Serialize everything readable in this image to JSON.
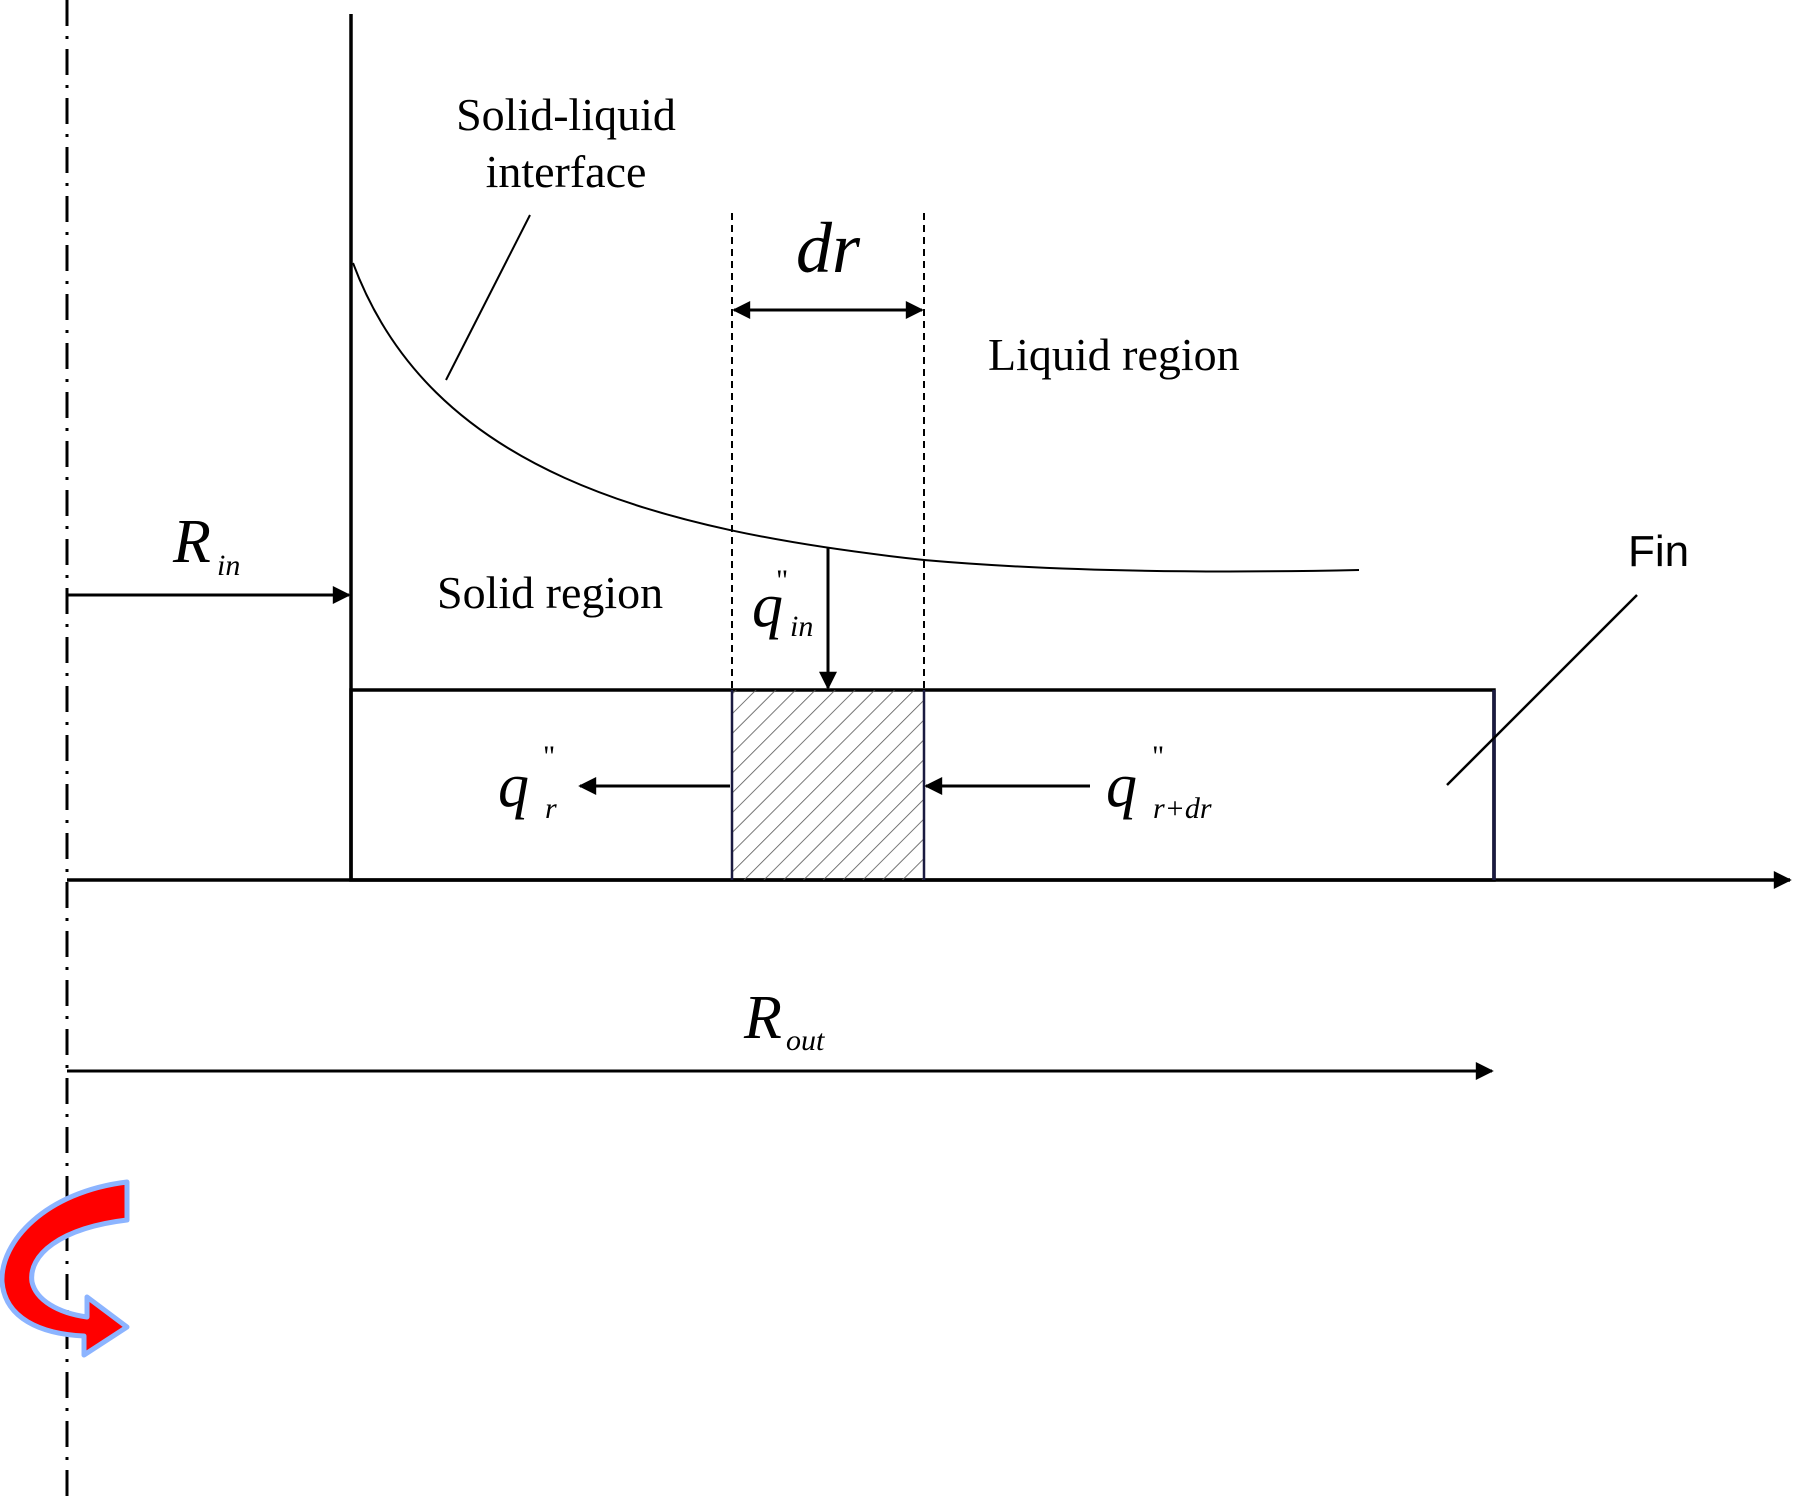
{
  "labels": {
    "interface_line1": "Solid-liquid",
    "interface_line2": "interface",
    "liquid_region": "Liquid region",
    "solid_region": "Solid region",
    "fin": "Fin",
    "dr": "dr"
  },
  "symbols": {
    "r_in": {
      "base": "R",
      "sub": "in"
    },
    "r_out": {
      "base": "R",
      "sub": "out"
    },
    "q_in": {
      "base": "q",
      "prime": "\"",
      "sub": "in"
    },
    "q_r": {
      "base": "q",
      "prime": "\"",
      "sub": "r"
    },
    "q_r_dr": {
      "base": "q",
      "prime": "\"",
      "sub": "r+dr"
    }
  },
  "colors": {
    "line": "#000000",
    "hatch": "#555555",
    "element_edge": "#1a1a40",
    "rotation_arrow_fill": "#ff0000",
    "rotation_arrow_outline": "#8cb4ff"
  },
  "icons": {
    "rotation": "curved-rotation-arrow-icon"
  }
}
